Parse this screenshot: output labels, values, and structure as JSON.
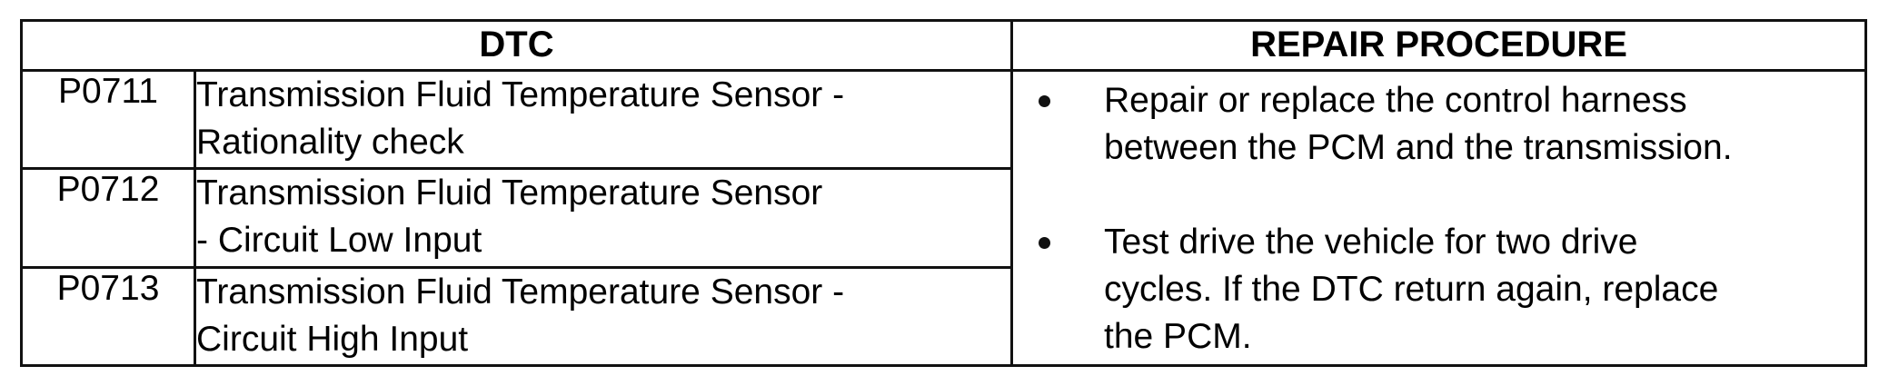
{
  "table": {
    "headers": {
      "dtc": "DTC",
      "repair": "REPAIR PROCEDURE"
    },
    "rows": [
      {
        "code": "P0711",
        "description_lines": [
          "Transmission Fluid Temperature Sensor -",
          "Rationality check"
        ]
      },
      {
        "code": "P0712",
        "description_lines": [
          "Transmission Fluid Temperature Sensor",
          "- Circuit Low Input"
        ]
      },
      {
        "code": "P0713",
        "description_lines": [
          "Transmission Fluid Temperature Sensor -",
          "Circuit High Input"
        ]
      }
    ],
    "repair_procedure": {
      "bullets": [
        {
          "lines": [
            "Repair or replace the control harness",
            "between the PCM and the transmission."
          ]
        },
        {
          "lines": [
            "Test drive the vehicle for two drive",
            "cycles. If the DTC return again, replace",
            "the PCM."
          ]
        }
      ]
    }
  },
  "colors": {
    "border": "#111111",
    "text": "#000000",
    "background": "#ffffff"
  }
}
